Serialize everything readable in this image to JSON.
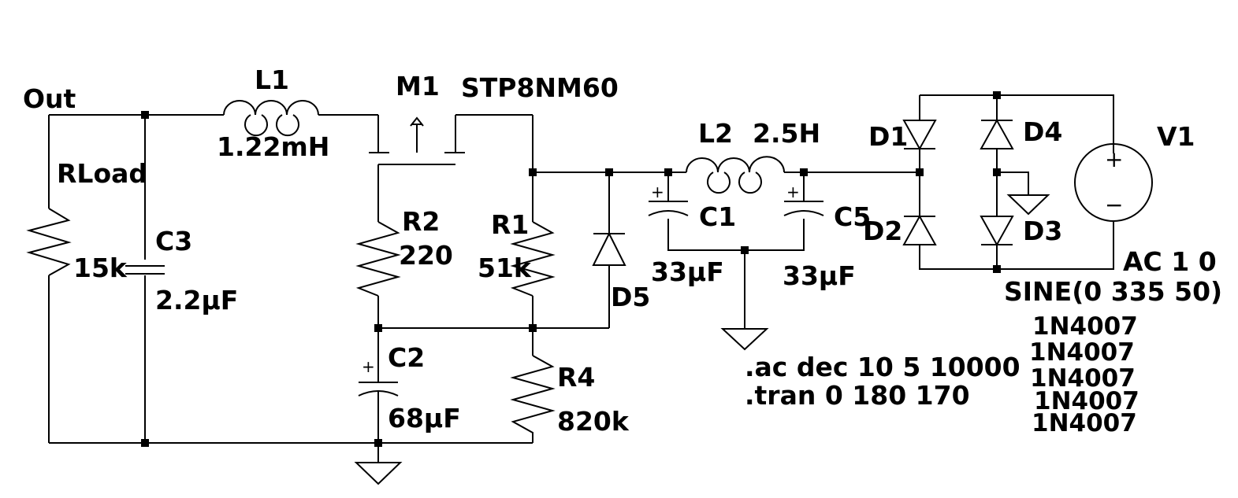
{
  "net_labels": {
    "out": "Out"
  },
  "components": {
    "L1": {
      "ref": "L1",
      "value": "1.22mH"
    },
    "M1": {
      "ref": "M1",
      "value": "STP8NM60"
    },
    "L2": {
      "ref": "L2",
      "value": "2.5H"
    },
    "RLoad": {
      "ref": "RLoad",
      "value": "15k"
    },
    "C3": {
      "ref": "C3",
      "value": "2.2µF"
    },
    "R2": {
      "ref": "R2",
      "value": "220"
    },
    "R1": {
      "ref": "R1",
      "value": "51k"
    },
    "C2": {
      "ref": "C2",
      "value": "68µF"
    },
    "R4": {
      "ref": "R4",
      "value": "820k"
    },
    "D5": {
      "ref": "D5"
    },
    "C1": {
      "ref": "C1",
      "value": "33µF"
    },
    "C5": {
      "ref": "C5",
      "value": "33µF"
    },
    "D1": {
      "ref": "D1"
    },
    "D2": {
      "ref": "D2"
    },
    "D3": {
      "ref": "D3"
    },
    "D4": {
      "ref": "D4"
    },
    "V1": {
      "ref": "V1",
      "ac": "AC 1 0",
      "sine": "SINE(0 335 50)"
    }
  },
  "polarity": {
    "plus": "+",
    "minus": "−"
  },
  "diode_models": [
    "1N4007",
    "1N4007",
    "1N4007",
    "1N4007",
    "1N4007"
  ],
  "directives": [
    ".ac dec 10 5 10000",
    ".tran 0 180 170"
  ]
}
